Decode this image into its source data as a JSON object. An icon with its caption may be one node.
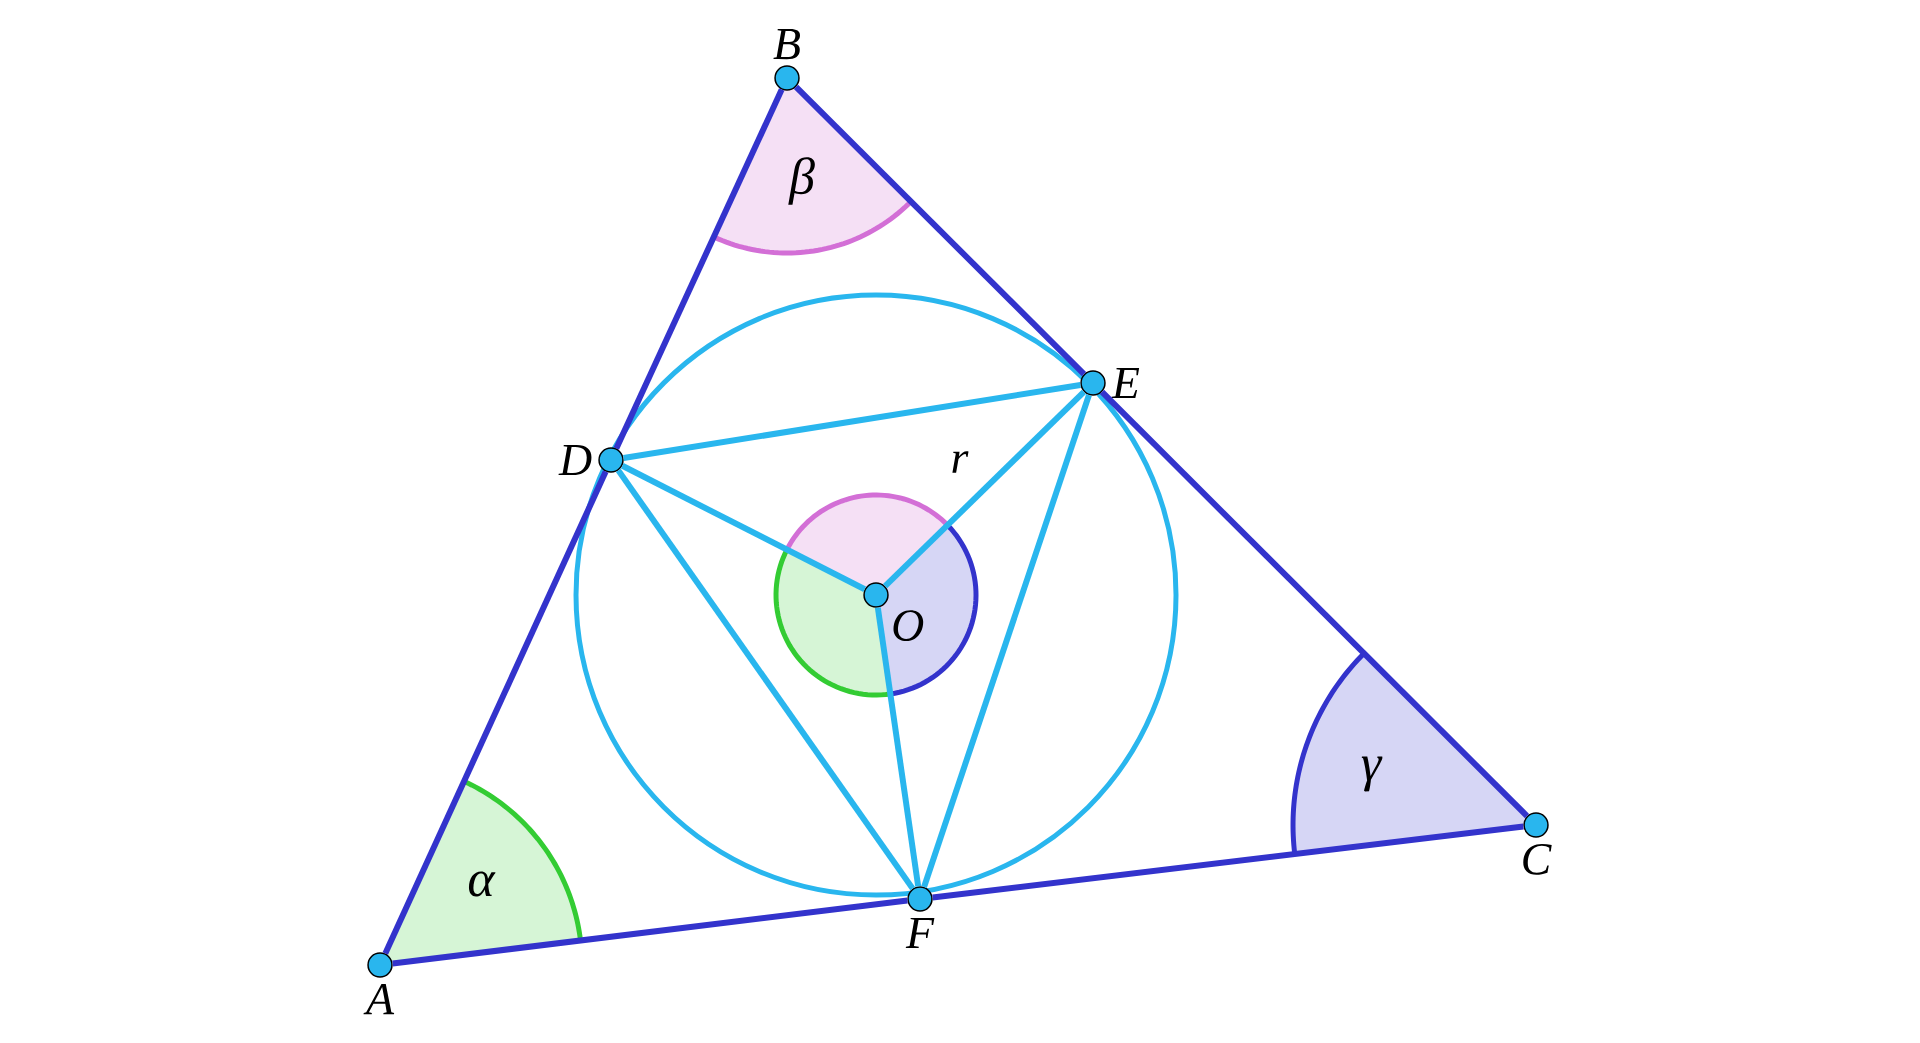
{
  "diagram": {
    "nodes": [
      {
        "text": [
          "A"
        ]
      },
      {
        "text": [
          "B"
        ]
      },
      {
        "text": [
          "C"
        ]
      },
      {
        "text": [
          "D"
        ]
      },
      {
        "text": [
          "E"
        ]
      },
      {
        "text": [
          "F"
        ]
      },
      {
        "text": [
          "O"
        ]
      }
    ],
    "edges": [
      {
        "from": 0,
        "to": 3,
        "arrow": "none",
        "color": "#3333cc"
      },
      {
        "from": 3,
        "to": 1,
        "arrow": "none",
        "color": "#3333cc"
      },
      {
        "from": 1,
        "to": 4,
        "arrow": "none",
        "color": "#3333cc"
      },
      {
        "from": 4,
        "to": 2,
        "arrow": "none",
        "color": "#3333cc"
      },
      {
        "from": 2,
        "to": 5,
        "arrow": "none",
        "color": "#3333cc"
      },
      {
        "from": 5,
        "to": 0,
        "arrow": "none",
        "color": "#3333cc"
      },
      {
        "from": 3,
        "to": 4,
        "arrow": "none",
        "color": "#29b6ee"
      },
      {
        "from": 4,
        "to": 5,
        "arrow": "none",
        "color": "#29b6ee"
      },
      {
        "from": 5,
        "to": 3,
        "arrow": "none",
        "color": "#29b6ee"
      },
      {
        "from": 6,
        "to": 3,
        "arrow": "none",
        "color": "#29b6ee"
      },
      {
        "from": 6,
        "to": 4,
        "arrow": "none",
        "color": "#29b6ee",
        "label": "r"
      },
      {
        "from": 6,
        "to": 5,
        "arrow": "none",
        "color": "#29b6ee"
      }
    ],
    "labels": [
      "α",
      "β",
      "γ"
    ]
  }
}
